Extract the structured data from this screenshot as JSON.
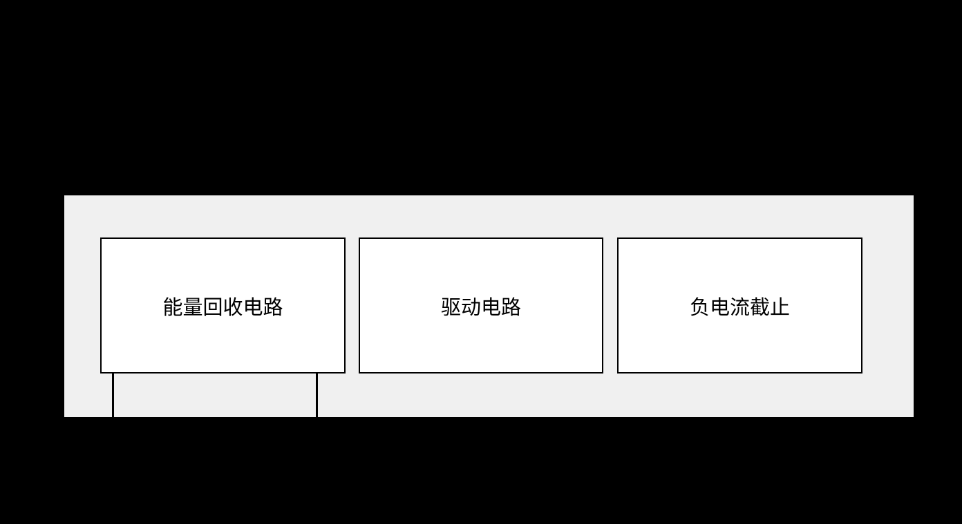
{
  "diagram": {
    "colors": {
      "background": "#000000",
      "panel": "#f0f0f0",
      "box_fill": "#ffffff",
      "box_border": "#000000",
      "text": "#000000"
    },
    "blocks": [
      {
        "label": "能量回收电路"
      },
      {
        "label": "驱动电路"
      },
      {
        "label": "负电流截止"
      }
    ],
    "connectors": [
      {
        "name": "left-lead",
        "from": "能量回收电路",
        "direction": "down"
      },
      {
        "name": "right-lead",
        "from": "能量回收电路",
        "direction": "down"
      }
    ]
  }
}
